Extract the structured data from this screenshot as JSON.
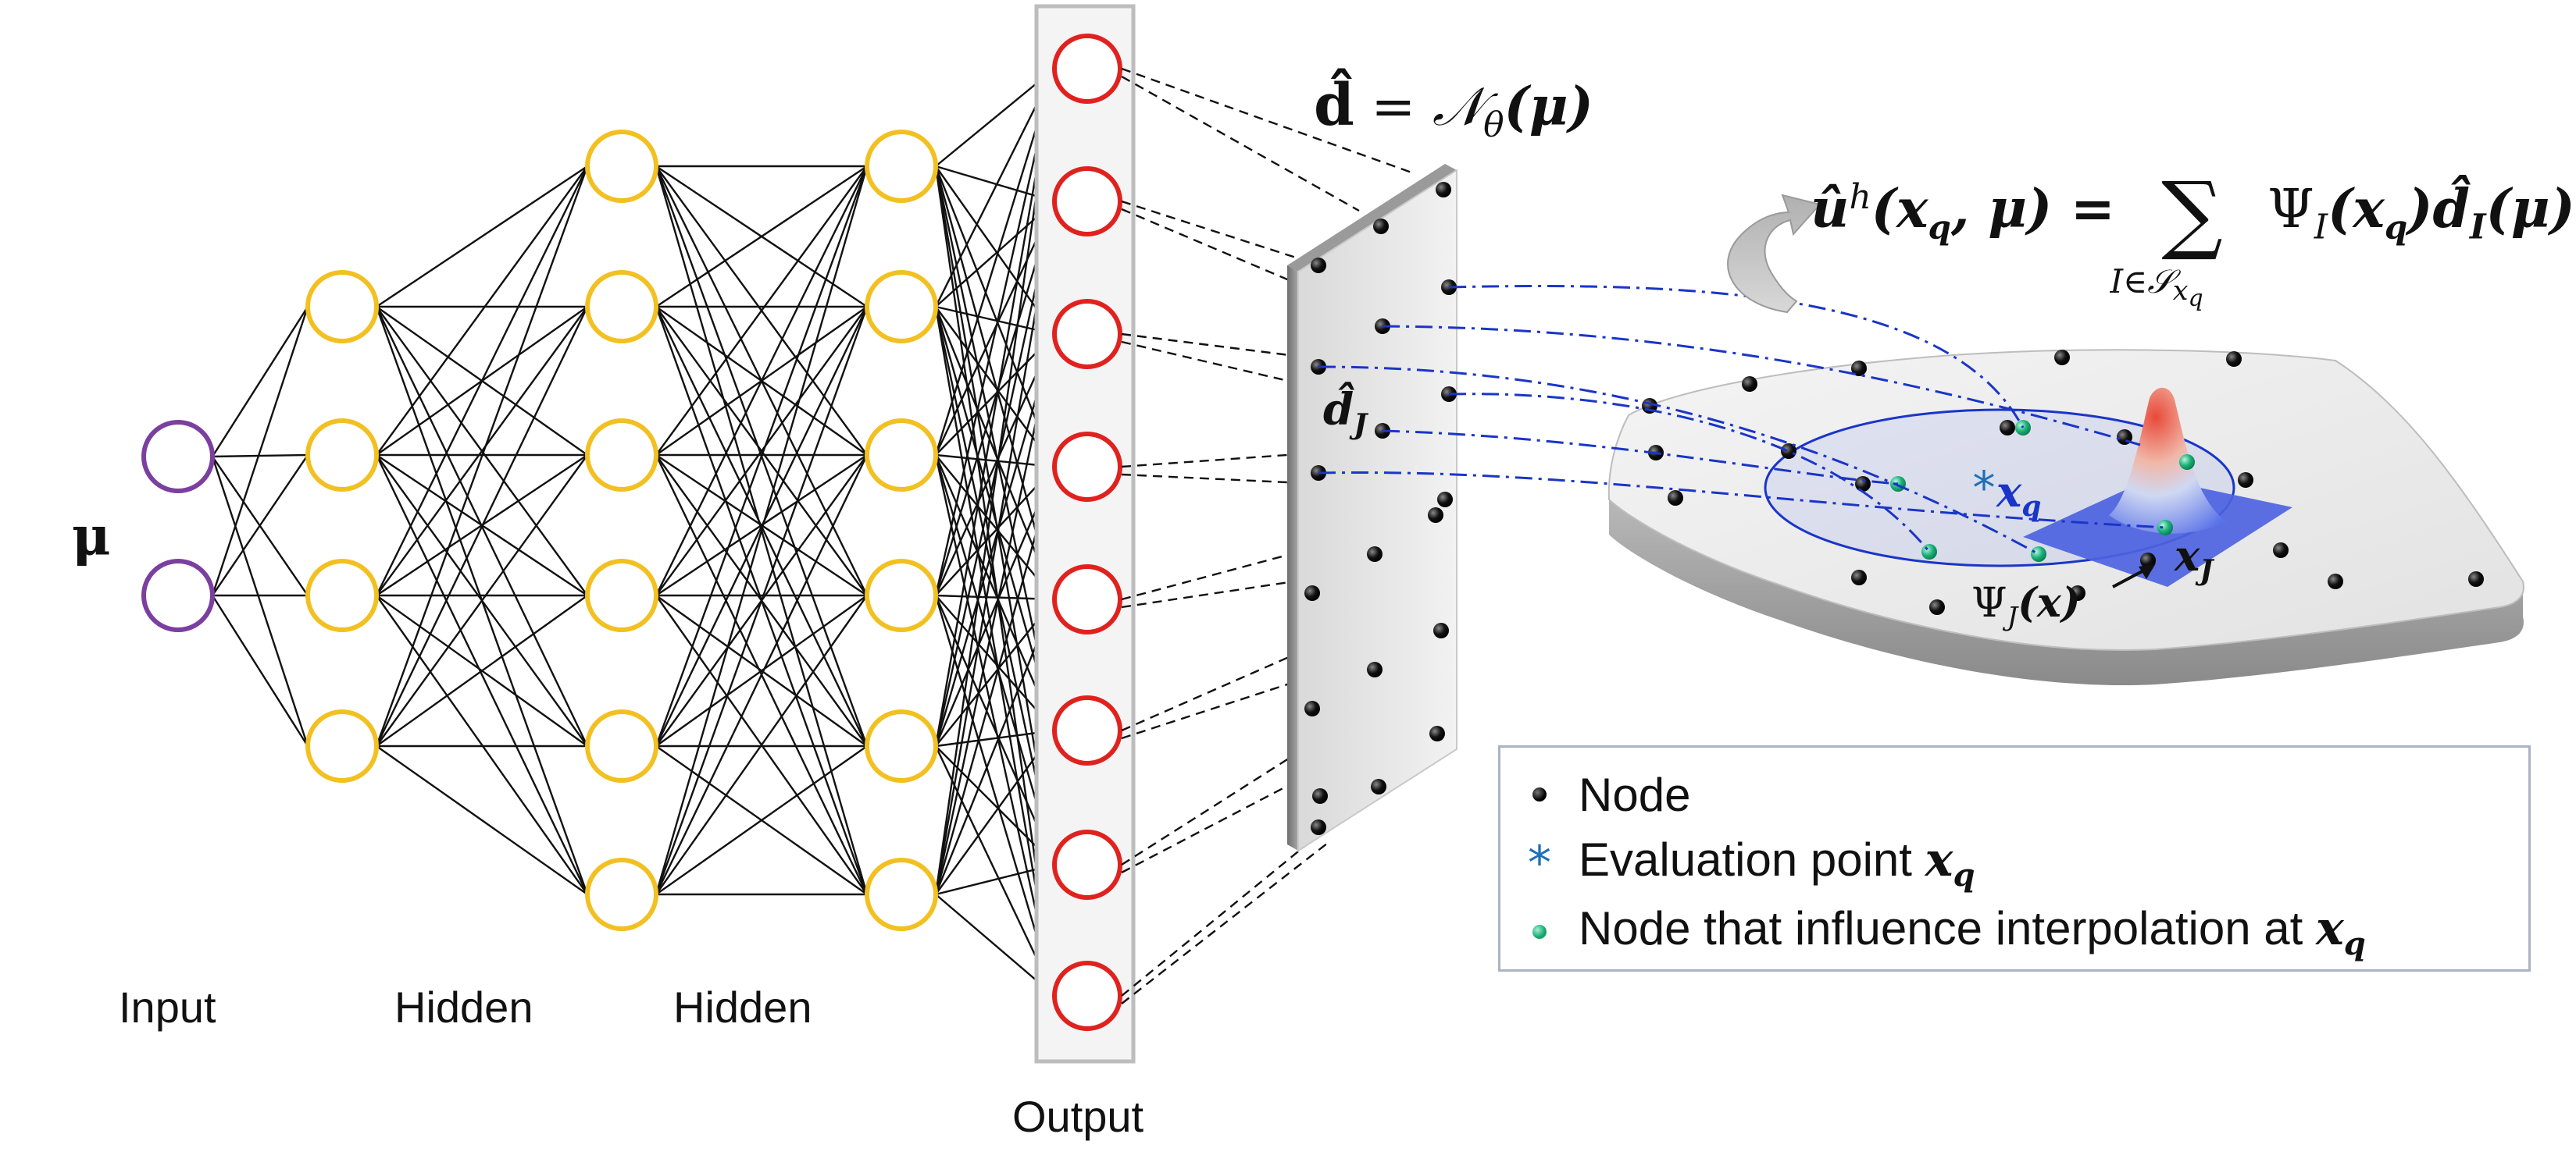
{
  "labels": {
    "input": "Input",
    "hidden1": "Hidden",
    "hidden2": "Hidden",
    "output": "Output",
    "mu": "μ",
    "d_hat_J": "d̂",
    "d_hat_J_sub": "J",
    "x_q": "x",
    "x_q_sub": "q",
    "x_J": "x",
    "x_J_sub": "J",
    "psi_J": "Ψ",
    "psi_J_sub": "J",
    "psi_J_arg": "(x)"
  },
  "formulas": {
    "d_eq": {
      "lhs": "d̂",
      "eq": " = ",
      "op": "𝒩",
      "op_sub": "θ",
      "arg": "(μ)"
    },
    "u_eq": {
      "lhs": "û",
      "sup": "h",
      "args": "(x",
      "args_sub": "q",
      "args_end": ", μ) = ",
      "sum": "∑",
      "sum_under": "I∈𝒮",
      "sum_under_sub": "x",
      "sum_under_subsub": "q",
      "term1": "Ψ",
      "term1_sub": "I",
      "term1_arg": "(x",
      "term1_arg_sub": "q",
      "term1_arg_end": ")",
      "term2": "d̂",
      "term2_sub": "I",
      "term2_arg": "(μ)"
    }
  },
  "legend": {
    "items": [
      {
        "marker": "node",
        "text": "Node",
        "math": ""
      },
      {
        "marker": "star",
        "text": "Evaluation point ",
        "math": "x",
        "math_sub": "q"
      },
      {
        "marker": "green",
        "text": "Node that influence interpolation at ",
        "math": "x",
        "math_sub": "q"
      }
    ]
  },
  "network": {
    "layers": [
      2,
      4,
      6,
      6,
      8
    ],
    "colors": {
      "input": "#7b3fa0",
      "hidden": "#f2c021",
      "output": "#e0221f"
    }
  },
  "colors": {
    "link": "#1a35c8",
    "patch": "#4d63e0",
    "green": "#13a36b",
    "star": "#1f6fb8"
  }
}
